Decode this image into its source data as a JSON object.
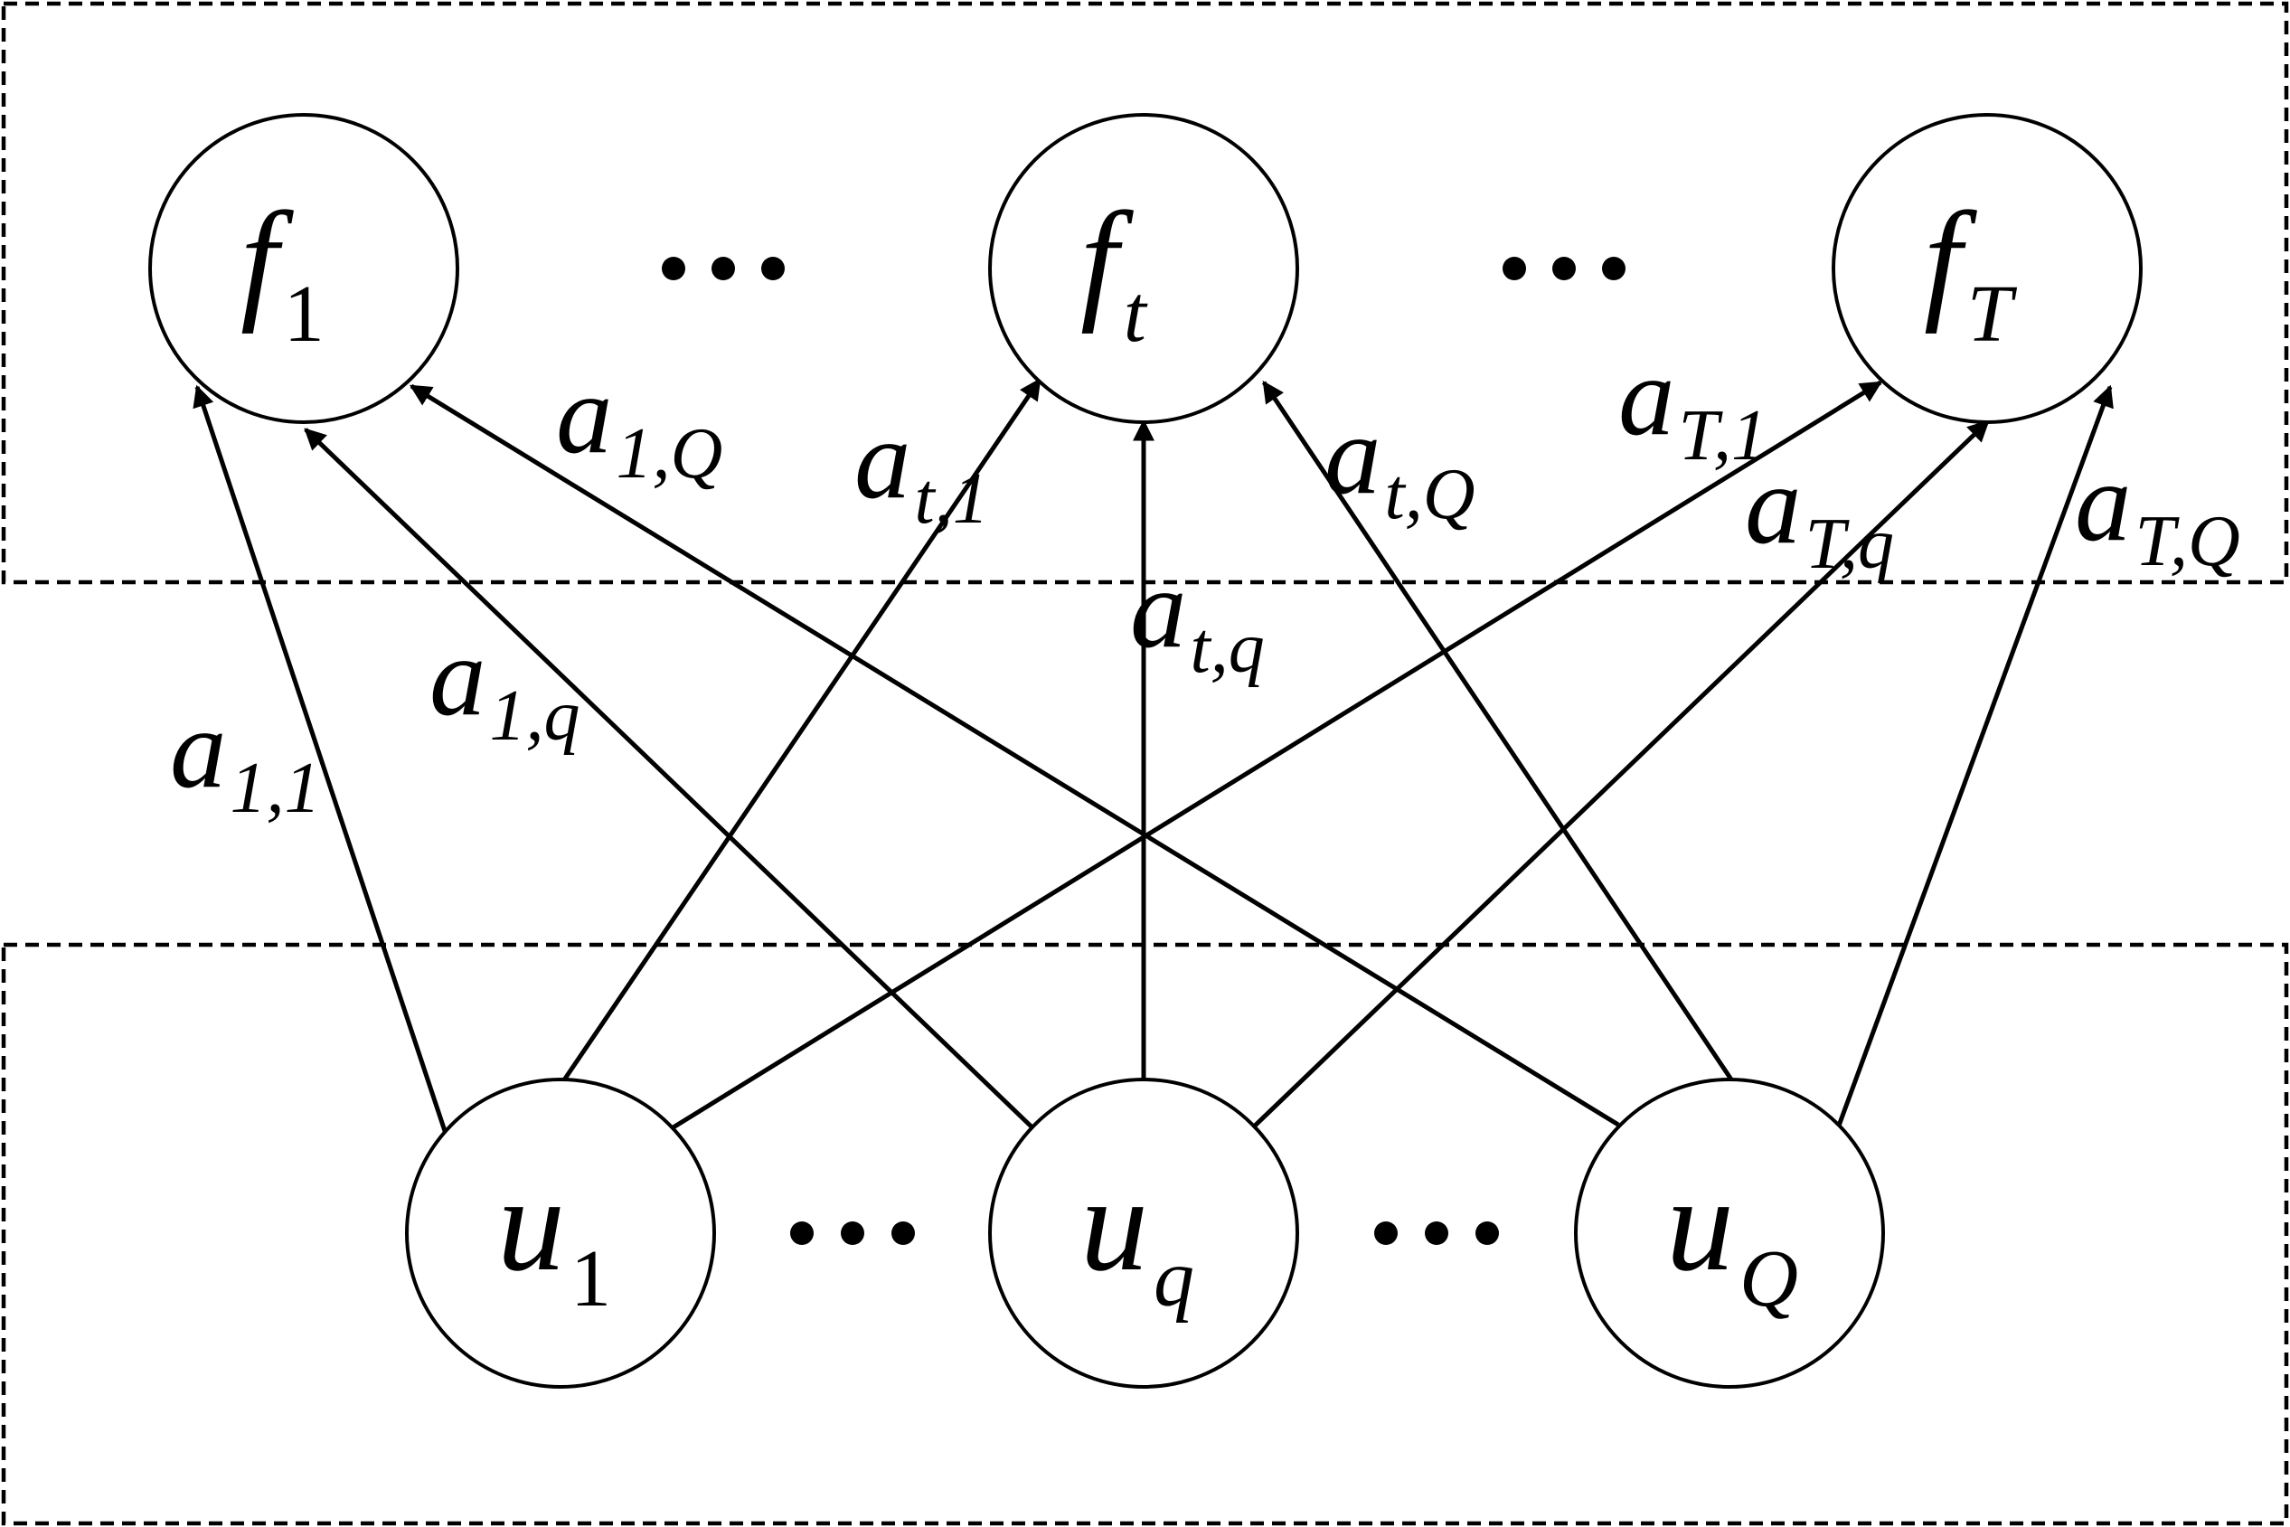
{
  "diagram": {
    "top_nodes": [
      {
        "id": "f1",
        "base": "f",
        "sub": "1",
        "sub_italic": false
      },
      {
        "id": "ft",
        "base": "f",
        "sub": "t",
        "sub_italic": true
      },
      {
        "id": "fT",
        "base": "f",
        "sub": "T",
        "sub_italic": true
      }
    ],
    "bottom_nodes": [
      {
        "id": "u1",
        "base": "u",
        "sub": "1",
        "sub_italic": false
      },
      {
        "id": "uq",
        "base": "u",
        "sub": "q",
        "sub_italic": true
      },
      {
        "id": "uQ",
        "base": "u",
        "sub": "Q",
        "sub_italic": true
      }
    ],
    "edges": [
      {
        "from": "u1",
        "to": "f1",
        "label_base": "a",
        "label_sub": "1,1"
      },
      {
        "from": "uq",
        "to": "f1",
        "label_base": "a",
        "label_sub": "1,q"
      },
      {
        "from": "uQ",
        "to": "f1",
        "label_base": "a",
        "label_sub": "1,Q"
      },
      {
        "from": "u1",
        "to": "ft",
        "label_base": "a",
        "label_sub": "t,1"
      },
      {
        "from": "uq",
        "to": "ft",
        "label_base": "a",
        "label_sub": "t,q"
      },
      {
        "from": "uQ",
        "to": "ft",
        "label_base": "a",
        "label_sub": "t,Q"
      },
      {
        "from": "u1",
        "to": "fT",
        "label_base": "a",
        "label_sub": "T,1"
      },
      {
        "from": "uq",
        "to": "fT",
        "label_base": "a",
        "label_sub": "T,q"
      },
      {
        "from": "uQ",
        "to": "fT",
        "label_base": "a",
        "label_sub": "T,Q"
      }
    ],
    "ellipsis_symbol": "•••"
  }
}
